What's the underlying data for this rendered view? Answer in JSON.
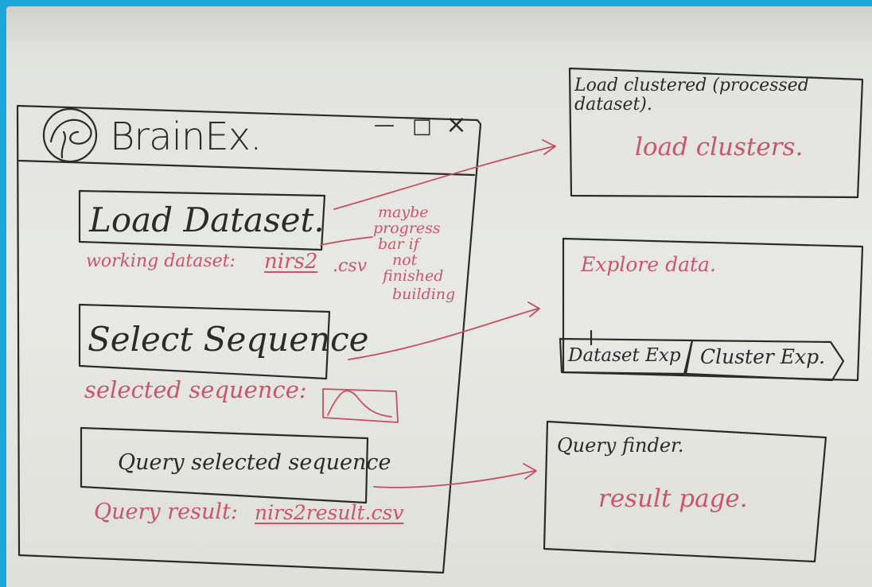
{
  "window": {
    "title": "BrainEx.",
    "controls": {
      "minimize": "—",
      "maximize": "□",
      "close": "×"
    }
  },
  "main": {
    "load_dataset_button": "Load Dataset.",
    "working_dataset_label": "working dataset:",
    "working_dataset_value": "nirs2",
    "working_dataset_ext": ".csv",
    "progress_note": [
      "maybe",
      "progress",
      "bar if",
      "not",
      "finished",
      "building"
    ],
    "select_sequence_button": "Select Sequence",
    "selected_sequence_label": "selected sequence:",
    "query_button": "Query selected sequence",
    "query_result_label": "Query result:",
    "query_result_value": "nirs2result.csv"
  },
  "panels": {
    "load": {
      "title": "Load clustered (processed dataset).",
      "body": "load clusters."
    },
    "explore": {
      "title": "Explore data.",
      "tabs": [
        "Dataset Exp",
        "Cluster Exp."
      ]
    },
    "query": {
      "title": "Query finder.",
      "body": "result page."
    }
  },
  "colors": {
    "marker_black": "#2a2a2a",
    "marker_red": "#c4505f",
    "board": "#e6e7e2",
    "frame": "#1ba8d8"
  },
  "icons": {
    "logo": "brain-icon"
  }
}
